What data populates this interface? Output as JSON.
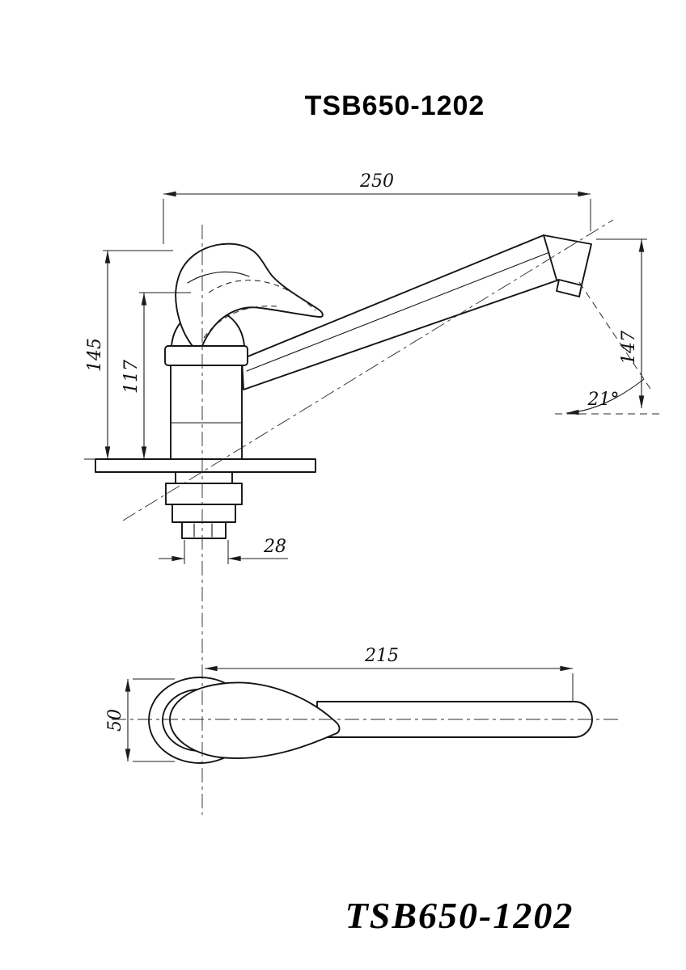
{
  "page": {
    "title": "TSB650-1202",
    "footer_title": "TSB650-1202"
  },
  "side_view": {
    "dims": {
      "length": "250",
      "height_total": "145",
      "height_to_spout": "117",
      "spout_height": "147",
      "angle": "21°",
      "shank": "28"
    }
  },
  "top_view": {
    "dims": {
      "reach": "215",
      "handle_width": "50"
    }
  }
}
